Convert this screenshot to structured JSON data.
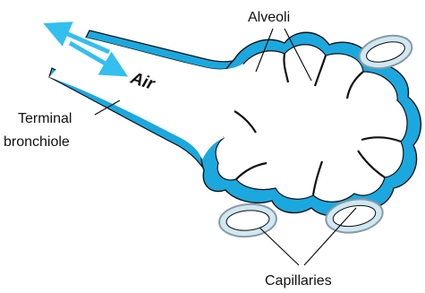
{
  "labels": {
    "alveoli": "Alveoli",
    "air": "Air",
    "terminal_line1": "Terminal",
    "terminal_line2": "bronchiole",
    "capillaries": "Capillaries"
  },
  "colors": {
    "wall": "#1ba8df",
    "outline": "#111111",
    "capillary": "#cfe8f2",
    "capillary_rim": "#8a9aa3",
    "arrow": "#33bff0",
    "background": "#ffffff"
  },
  "icons": {
    "air_arrows": "double-arrow-icon",
    "capillary": "capillary-cross-section-icon"
  }
}
